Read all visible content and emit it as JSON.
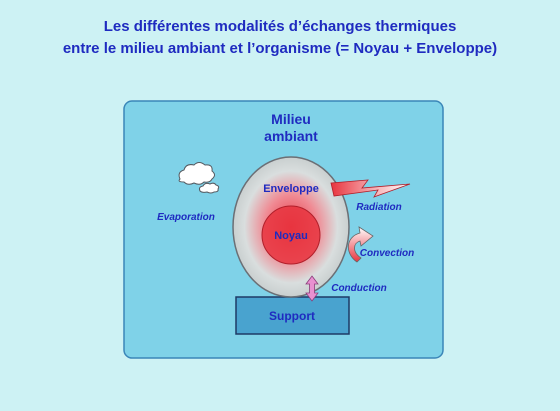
{
  "title": {
    "line1": "Les différentes modalités d’échanges thermiques",
    "line2": "entre le milieu ambiant et l’organisme (= Noyau + Enveloppe)"
  },
  "environment": {
    "line1": "Milieu",
    "line2": "ambiant"
  },
  "body": {
    "envelope": "Enveloppe",
    "core": "Noyau"
  },
  "support": "Support",
  "exchanges": {
    "evaporation": "Evaporation",
    "radiation": "Radiation",
    "convection": "Convection",
    "conduction": "Conduction"
  },
  "colors": {
    "background": "#cdf2f4",
    "environment_fill": "#7fd2e8",
    "text": "#1f2bc0",
    "core_red": "#e8343e",
    "support_fill": "#49a3cf",
    "conduction_arrow": "#e890d0"
  }
}
